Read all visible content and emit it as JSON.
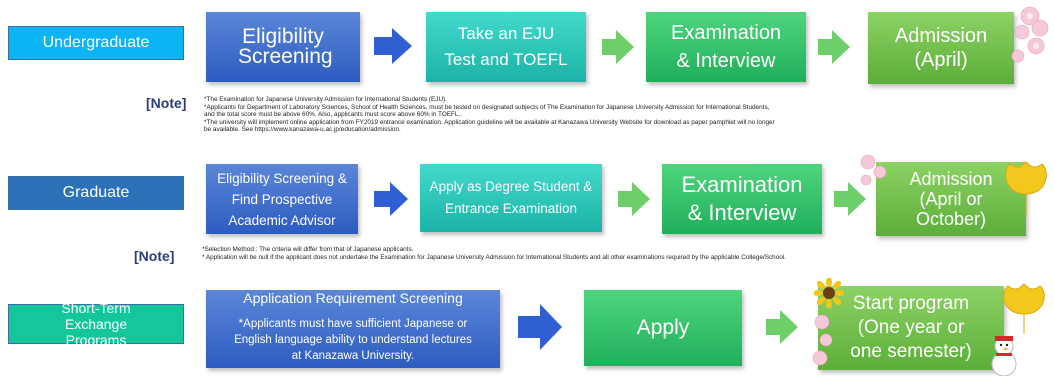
{
  "rows": [
    {
      "label": "Undergraduate",
      "steps": [
        "Eligibility Screening",
        "Take an EJU Test and TOEFL",
        "Examination & Interview",
        "Admission (April)"
      ],
      "note_title": "[Note]",
      "notes": [
        "*The Examination for Japanese University Admission for International Students (EJU).",
        "*Applicants for Department of Laboratory Sciences, School of Health Sciences, must be tested on designated subjects of The Examination for Japanese University Admission for International Students,",
        "and the total score must be above 60%. Also, applicants must score above 60% in TOEFL..",
        "*The university will implement online application from FY2019 entrance examination. Application guideline will be available at Kanazawa University Website for download as paper pamphlet will no longer",
        "be available. See https://www.kanazawa-u.ac.jp/education/admission."
      ]
    },
    {
      "label": "Graduate",
      "steps": [
        "Eligibility Screening & Find Prospective Academic Advisor",
        "Apply as Degree Student & Entrance Examination",
        "Examination & Interview",
        "Admission (April or October)"
      ],
      "note_title": "[Note]",
      "notes": [
        "*Selection Method : The criteria will differ from that of Japanese applicants.",
        "* Application will be null if the applicant does not undertake the Examination for Japanese University Admission for International Students and all other examinations required by the applicable College/School."
      ]
    },
    {
      "label": "Short-Term Exchange Programs",
      "step1_title": "Application Requirement Screening",
      "step1_body": "*Applicants must have sufficient Japanese or English language ability to understand lectures at Kanazawa University.",
      "steps": [
        "Apply",
        "Start program (One year or one semester)"
      ]
    }
  ],
  "colors": {
    "label_bg": [
      "#0cb4f4",
      "#2d72b8",
      "#14c79b"
    ],
    "arrow": "#2f5fd0",
    "arrow_green": "#6ecf6a",
    "note": "#2a3d7a"
  }
}
